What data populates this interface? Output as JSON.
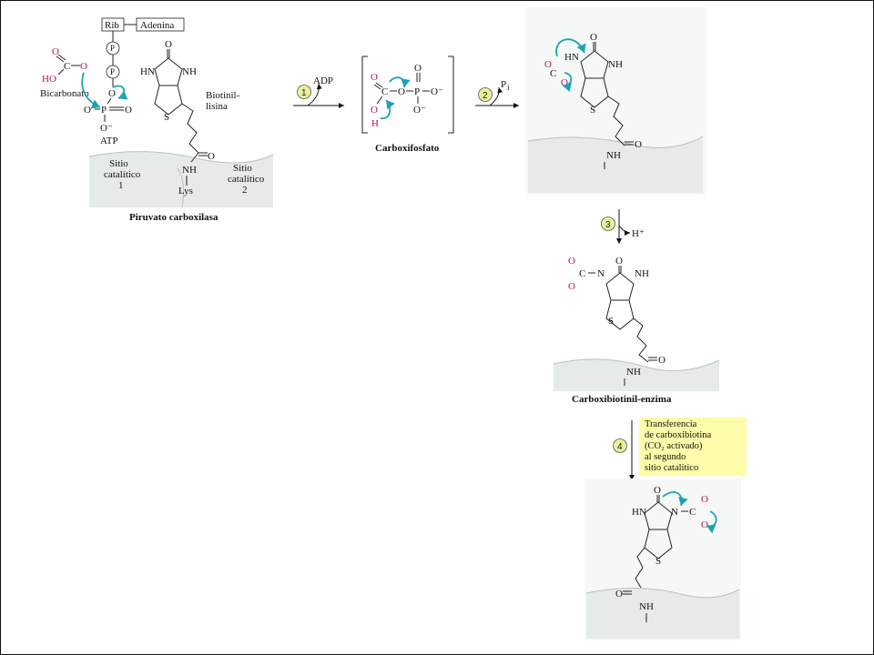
{
  "panel1": {
    "rib": "Rib",
    "adenina": "Adenina",
    "phosphate_p": "P",
    "bicarbonato": "Bicarbonato",
    "atp": "ATP",
    "biotinil_lisina_1": "Biotinil-",
    "biotinil_lisina_2": "lisina",
    "sitio1_a": "Sitio",
    "sitio1_b": "catalítico",
    "sitio1_c": "1",
    "sitio2_a": "Sitio",
    "sitio2_b": "catalítico",
    "sitio2_c": "2",
    "lys": "Lys",
    "caption": "Piruvato carboxilasa",
    "ho": "HO",
    "o": "O",
    "c": "C",
    "p": "P",
    "nh": "NH",
    "hn": "HN",
    "s": "S",
    "o_minus": "O⁻"
  },
  "step1": {
    "num": "1",
    "product": "ADP"
  },
  "intermediate": {
    "caption": "Carboxifosfato",
    "h": "H"
  },
  "step2": {
    "num": "2",
    "product": "P",
    "product_sub": "i"
  },
  "step3": {
    "num": "3",
    "product": "H⁺"
  },
  "panel3": {
    "caption": "Carboxibiotinil-enzima",
    "n": "N"
  },
  "step4": {
    "num": "4",
    "note_lines": [
      "Transferencia",
      "de carboxibiotina",
      "(CO₂ activado)",
      "al segundo",
      "sitio catalítico"
    ]
  }
}
